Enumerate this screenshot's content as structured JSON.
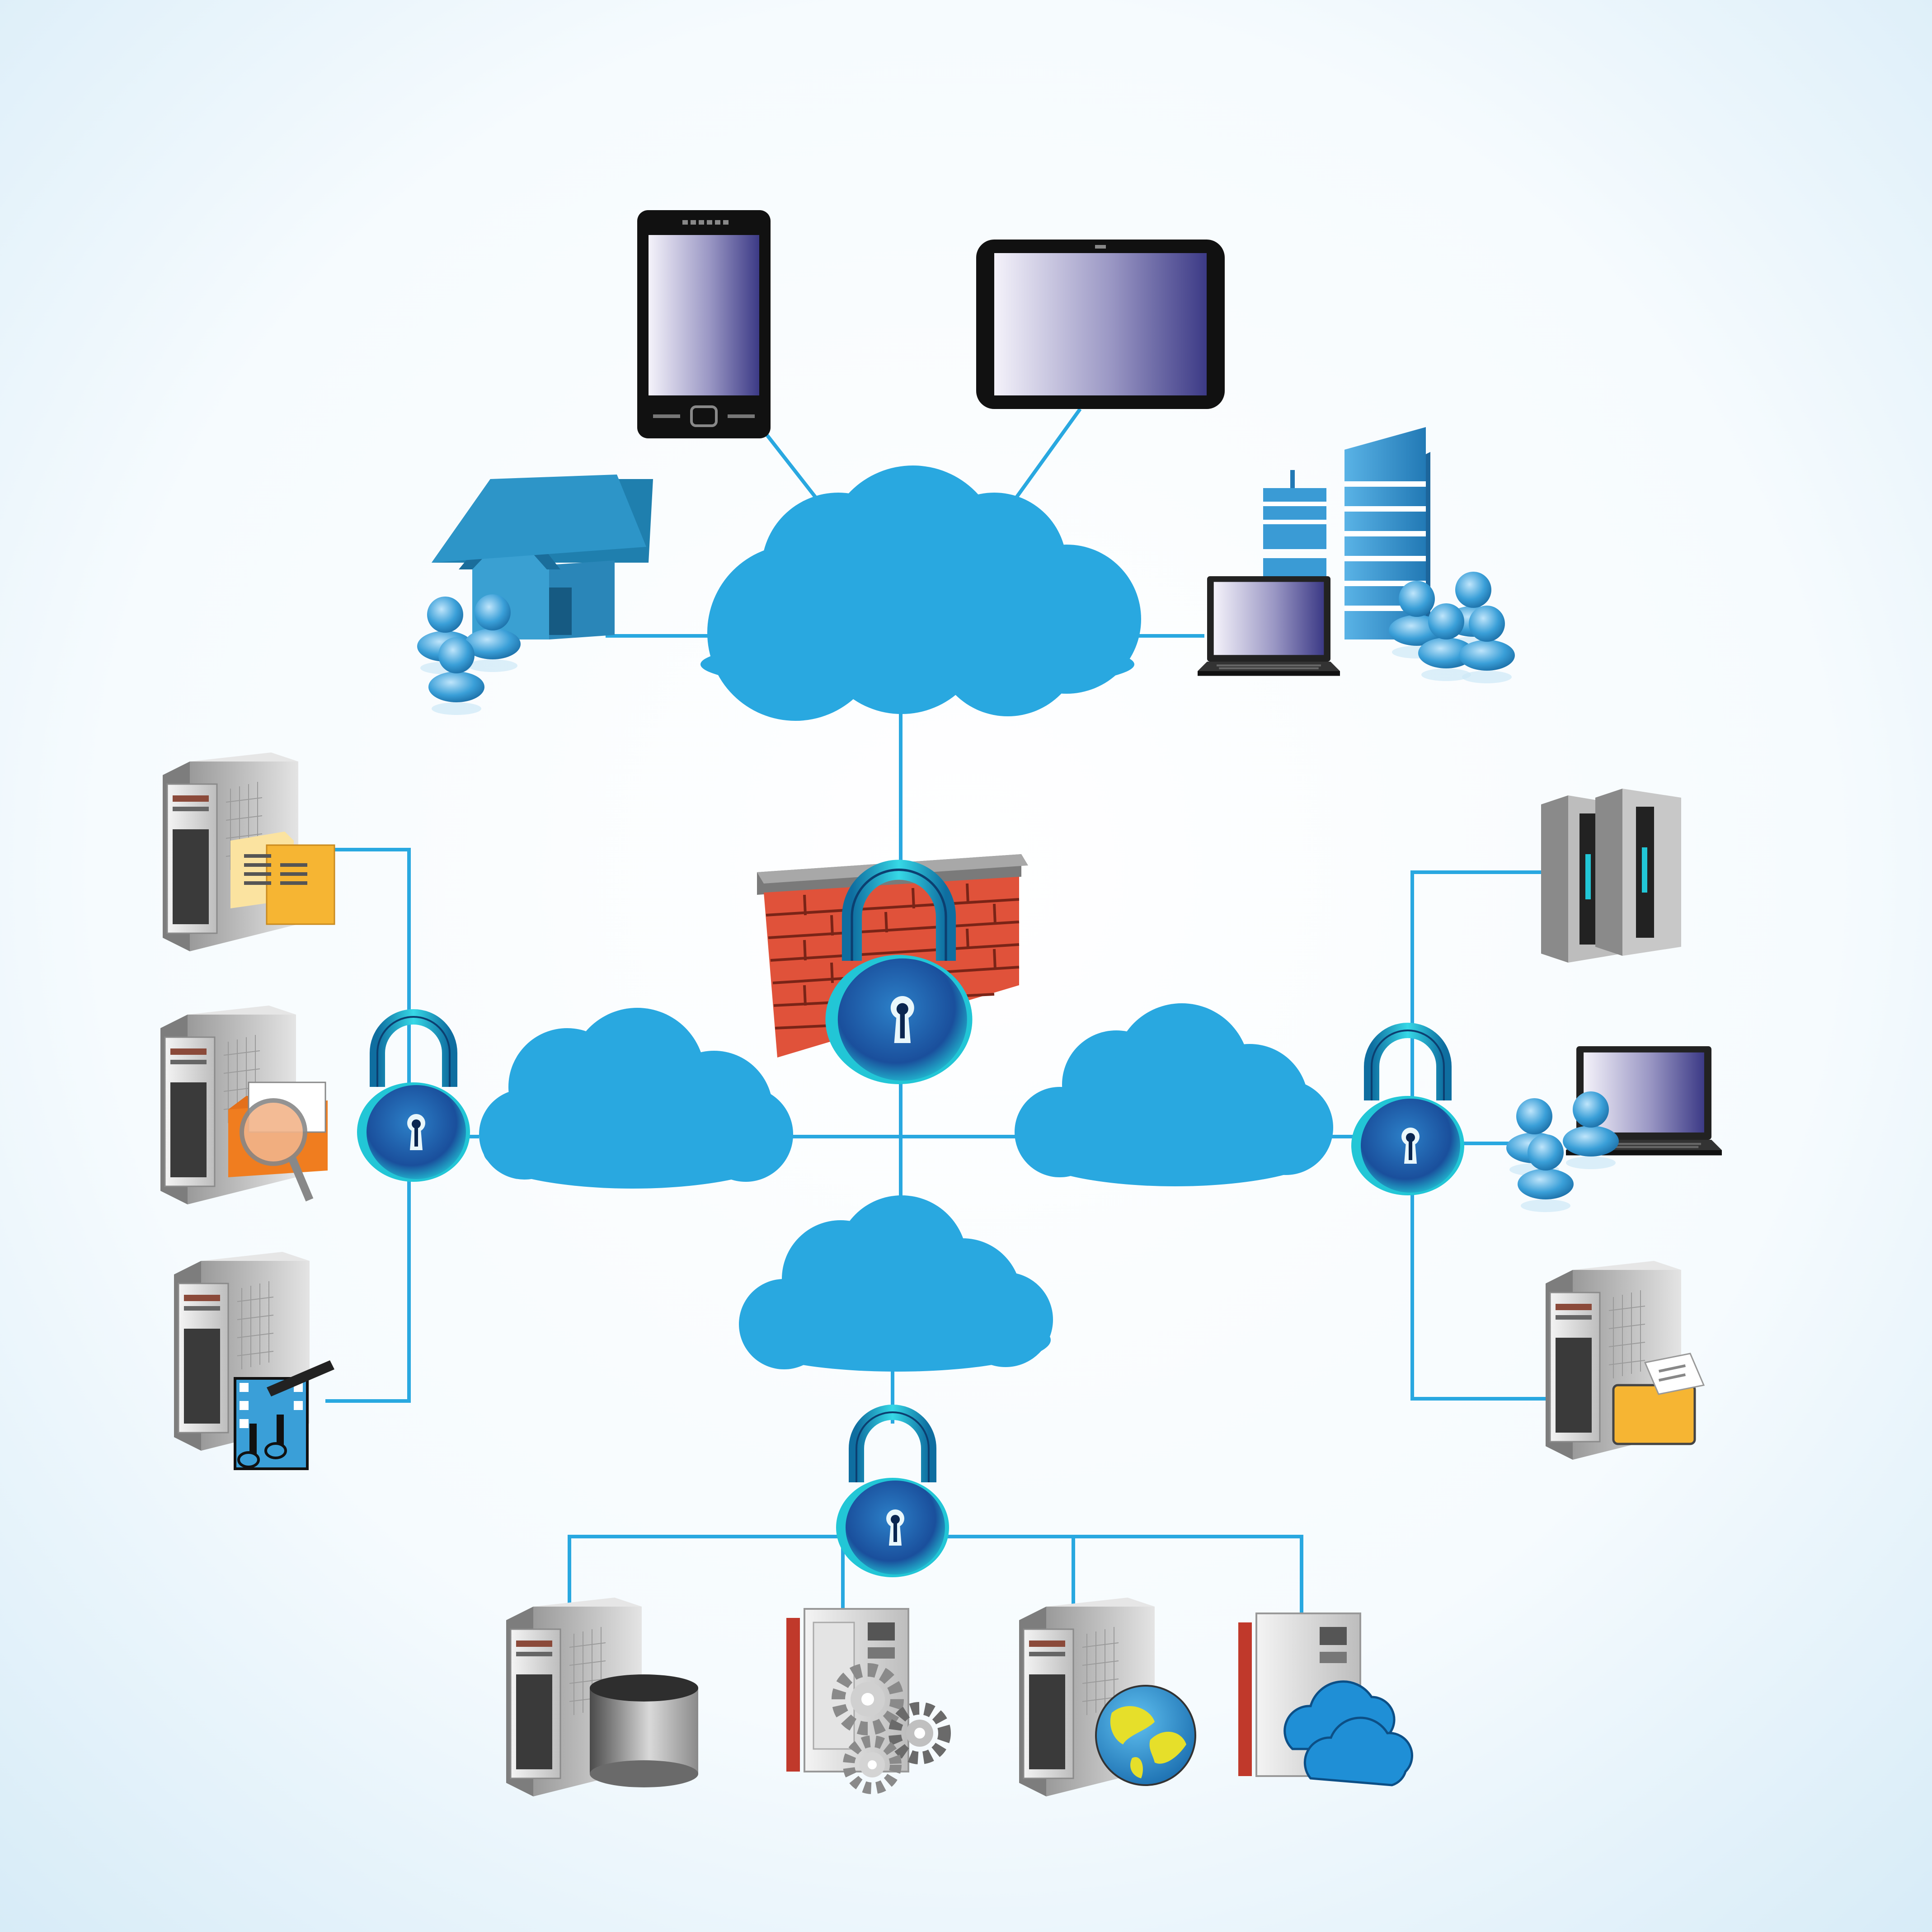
{
  "diagram": {
    "background": {
      "center": "#ffffff",
      "edge": "#d6ebf7"
    },
    "colors": {
      "cloud": "#29a8e0",
      "line": "#29a8e0",
      "house": "#2a86b8",
      "building": "#3a9bd5",
      "lock_body": "#1e6fb0",
      "lock_shackle": "#22c6d6",
      "brick": "#e0523a",
      "wall_cap": "#8c8c8c",
      "server": "#d9d9d9",
      "folder": "#f6b533",
      "people": "#3a9fd8"
    },
    "nodes": [
      {
        "id": "smartphone",
        "icon": "smartphone-icon"
      },
      {
        "id": "tablet",
        "icon": "tablet-icon"
      },
      {
        "id": "home-users",
        "icon": "house-icon"
      },
      {
        "id": "office-users",
        "icon": "office-building-icon"
      },
      {
        "id": "internet-cloud",
        "icon": "cloud-icon"
      },
      {
        "id": "firewall",
        "icon": "firewall-icon"
      },
      {
        "id": "left-network-cloud",
        "icon": "cloud-icon"
      },
      {
        "id": "right-network-cloud",
        "icon": "cloud-icon"
      },
      {
        "id": "bottom-network-cloud",
        "icon": "cloud-icon"
      },
      {
        "id": "file-server",
        "icon": "file-server-icon"
      },
      {
        "id": "search-server",
        "icon": "search-server-icon"
      },
      {
        "id": "media-server",
        "icon": "media-server-icon"
      },
      {
        "id": "rack-servers",
        "icon": "rack-server-icon"
      },
      {
        "id": "laptop-users",
        "icon": "laptop-users-icon"
      },
      {
        "id": "folder-server",
        "icon": "folder-server-icon"
      },
      {
        "id": "database-server",
        "icon": "database-server-icon"
      },
      {
        "id": "application-server",
        "icon": "gears-server-icon"
      },
      {
        "id": "web-server",
        "icon": "globe-server-icon"
      },
      {
        "id": "cloud-server",
        "icon": "cloud-server-icon"
      }
    ]
  }
}
